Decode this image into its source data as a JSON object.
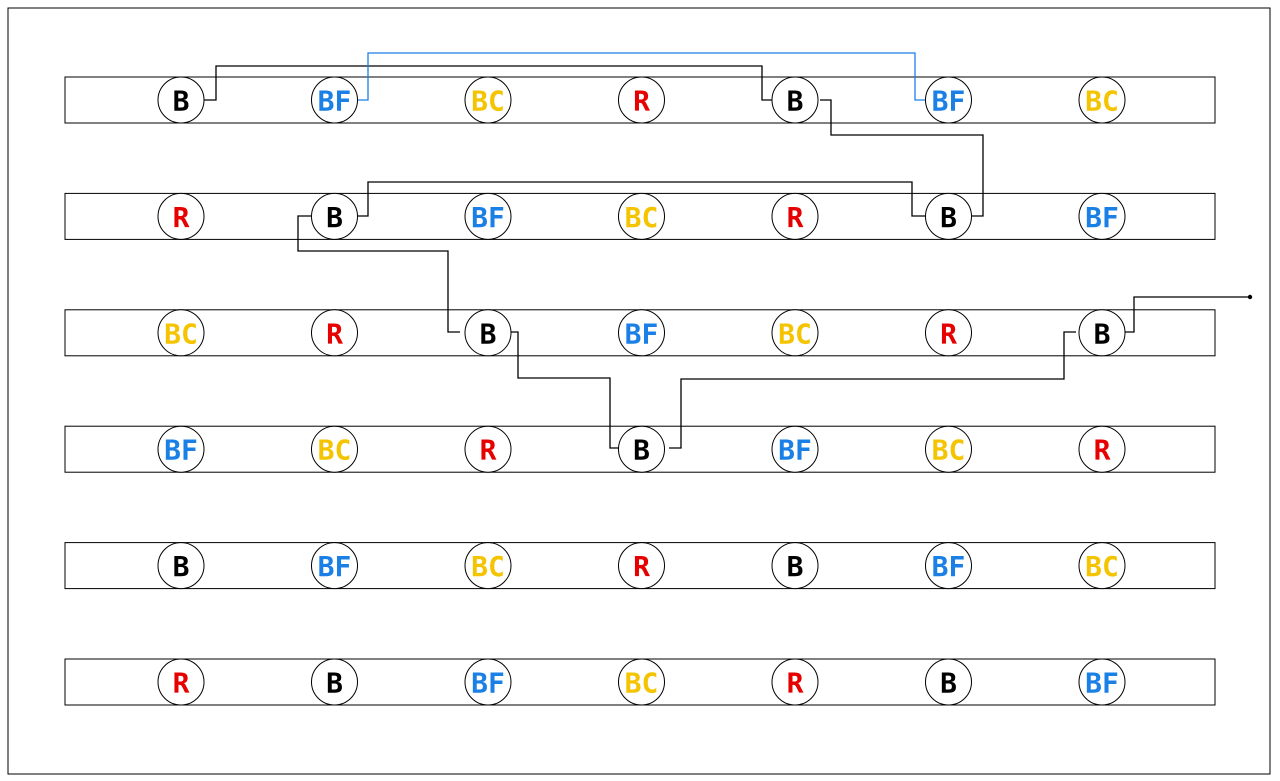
{
  "colors": {
    "B": "#000000",
    "BF": "#1a80e6",
    "BC": "#f5c400",
    "R": "#e60000",
    "frame": "#000000",
    "wire_black": "#000000",
    "wire_blue": "#1a80e6"
  },
  "rows": [
    [
      "B",
      "BF",
      "BC",
      "R",
      "B",
      "BF",
      "BC"
    ],
    [
      "R",
      "B",
      "BF",
      "BC",
      "R",
      "B",
      "BF"
    ],
    [
      "BC",
      "R",
      "B",
      "BF",
      "BC",
      "R",
      "B"
    ],
    [
      "BF",
      "BC",
      "R",
      "B",
      "BF",
      "BC",
      "R"
    ],
    [
      "B",
      "BF",
      "BC",
      "R",
      "B",
      "BF",
      "BC"
    ],
    [
      "R",
      "B",
      "BF",
      "BC",
      "R",
      "B",
      "BF"
    ]
  ],
  "connections": [
    {
      "from": [
        0,
        0
      ],
      "to": [
        0,
        4
      ],
      "color": "wire_black"
    },
    {
      "from": [
        0,
        1
      ],
      "to": [
        0,
        5
      ],
      "color": "wire_blue"
    },
    {
      "from": [
        0,
        4
      ],
      "to": [
        1,
        5
      ],
      "color": "wire_black"
    },
    {
      "from": [
        1,
        1
      ],
      "to": [
        1,
        5
      ],
      "color": "wire_black"
    },
    {
      "from": [
        1,
        1
      ],
      "to": [
        2,
        2
      ],
      "color": "wire_black"
    },
    {
      "from": [
        2,
        2
      ],
      "to": [
        3,
        3
      ],
      "color": "wire_black"
    },
    {
      "from": [
        3,
        3
      ],
      "to": [
        2,
        6
      ],
      "color": "wire_black"
    },
    {
      "from": [
        2,
        6
      ],
      "to": "exit-right",
      "color": "wire_black"
    }
  ]
}
